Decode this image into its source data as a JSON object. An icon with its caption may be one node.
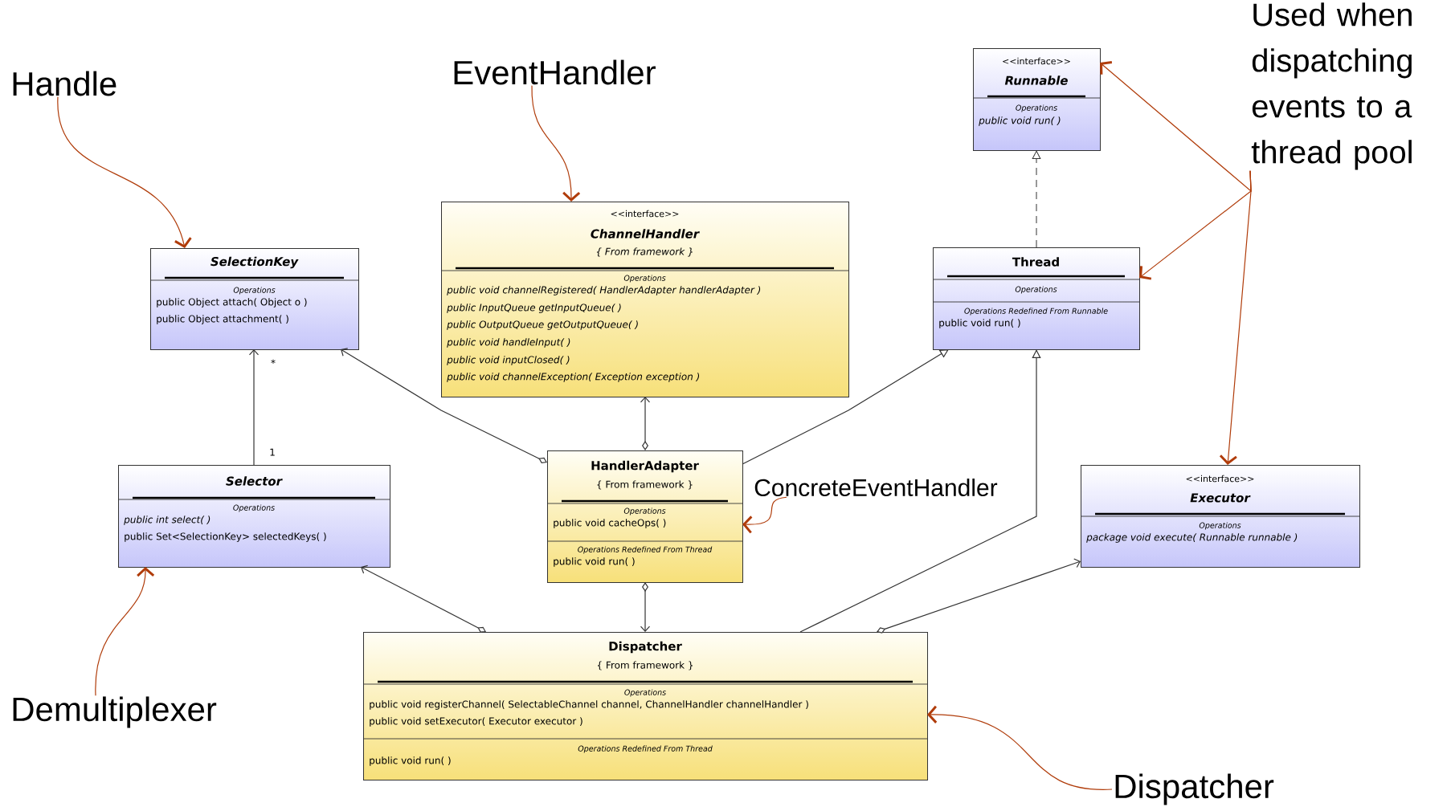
{
  "diagram": {
    "nodes": [
      {
        "text": [
          "Handle"
        ]
      },
      {
        "text": [
          "EventHandler"
        ]
      },
      {
        "text": [
          "Used when dispatching events to a thread pool"
        ]
      },
      {
        "text": [
          "<<interface>>",
          "Runnable",
          "Operations",
          "public void  run( )"
        ]
      },
      {
        "text": [
          "SelectionKey",
          "Operations",
          "public Object  attach( Object o )",
          "public Object  attachment( )"
        ]
      },
      {
        "text": [
          "<<interface>>",
          "ChannelHandler",
          "{ From framework }",
          "Operations",
          "public void  channelRegistered( HandlerAdapter handlerAdapter )",
          "public InputQueue  getInputQueue( )",
          "public OutputQueue  getOutputQueue( )",
          "public void  handleInput( )",
          "public void  inputClosed( )",
          "public void  channelException( Exception exception )"
        ]
      },
      {
        "text": [
          "Thread",
          "Operations",
          "Operations Redefined From Runnable",
          "public void  run( )"
        ]
      },
      {
        "text": [
          "Selector",
          "Operations",
          "public int  select( )",
          "public Set<SelectionKey>  selectedKeys( )"
        ]
      },
      {
        "text": [
          "HandlerAdapter",
          "{ From framework }",
          "Operations",
          "public void  cacheOps( )",
          "Operations Redefined From Thread",
          "public void  run( )"
        ]
      },
      {
        "text": [
          "ConcreteEventHandler"
        ]
      },
      {
        "text": [
          "<<interface>>",
          "Executor",
          "Operations",
          "package void  execute( Runnable runnable )"
        ]
      },
      {
        "text": [
          "Demultiplexer"
        ]
      },
      {
        "text": [
          "Dispatcher",
          "{ From framework }",
          "Operations",
          "public void  registerChannel( SelectableChannel channel, ChannelHandler channelHandler )",
          "public void  setExecutor( Executor executor )",
          "Operations Redefined From Thread",
          "public void  run( )"
        ]
      },
      {
        "text": [
          "Dispatcher"
        ]
      }
    ],
    "edges": [
      {
        "from": 7,
        "to": 4,
        "arrow": "to"
      },
      {
        "from": 8,
        "to": 4,
        "arrow": "to"
      },
      {
        "from": 8,
        "to": 5,
        "arrow": "to"
      },
      {
        "from": 8,
        "to": 6,
        "arrow": "to"
      },
      {
        "from": 6,
        "to": 3,
        "arrow": "to",
        "style": "dashed"
      },
      {
        "from": 12,
        "to": 6,
        "arrow": "to"
      },
      {
        "from": 12,
        "to": 7,
        "arrow": "to"
      },
      {
        "from": 8,
        "to": 12,
        "arrow": "to"
      },
      {
        "from": 12,
        "to": 10,
        "arrow": "to"
      },
      {
        "from": 0,
        "to": 4,
        "arrow": "to",
        "color": "#b03c0a"
      },
      {
        "from": 1,
        "to": 5,
        "arrow": "to",
        "color": "#b03c0a"
      },
      {
        "from": 2,
        "to": 3,
        "arrow": "to",
        "color": "#b03c0a"
      },
      {
        "from": 2,
        "to": 6,
        "arrow": "to",
        "color": "#b03c0a"
      },
      {
        "from": 2,
        "to": 10,
        "arrow": "to",
        "color": "#b03c0a"
      },
      {
        "from": 9,
        "to": 8,
        "arrow": "to",
        "color": "#b03c0a"
      },
      {
        "from": 11,
        "to": 7,
        "arrow": "to",
        "color": "#b03c0a"
      },
      {
        "from": 13,
        "to": 12,
        "arrow": "to",
        "color": "#b03c0a"
      }
    ],
    "labels": [
      "*",
      "1"
    ]
  }
}
